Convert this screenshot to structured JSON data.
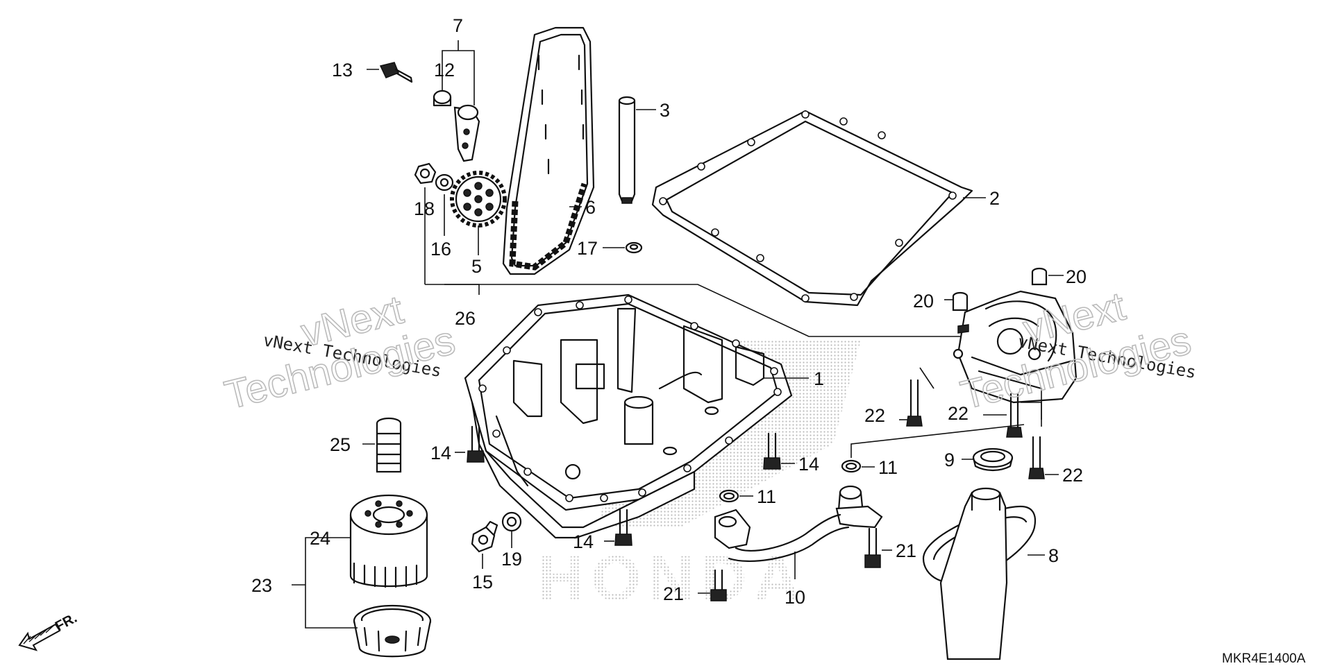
{
  "callouts": [
    {
      "n": "1"
    },
    {
      "n": "2"
    },
    {
      "n": "3"
    },
    {
      "n": "5"
    },
    {
      "n": "6"
    },
    {
      "n": "7"
    },
    {
      "n": "8"
    },
    {
      "n": "9"
    },
    {
      "n": "10"
    },
    {
      "n": "11"
    },
    {
      "n": "11"
    },
    {
      "n": "12"
    },
    {
      "n": "13"
    },
    {
      "n": "14"
    },
    {
      "n": "14"
    },
    {
      "n": "14"
    },
    {
      "n": "15"
    },
    {
      "n": "16"
    },
    {
      "n": "17"
    },
    {
      "n": "18"
    },
    {
      "n": "19"
    },
    {
      "n": "20"
    },
    {
      "n": "20"
    },
    {
      "n": "21"
    },
    {
      "n": "21"
    },
    {
      "n": "22"
    },
    {
      "n": "22"
    },
    {
      "n": "22"
    },
    {
      "n": "23"
    },
    {
      "n": "24"
    },
    {
      "n": "25"
    },
    {
      "n": "26"
    }
  ],
  "watermarks": [
    {
      "text": "vNext Technologies"
    },
    {
      "text": "vNext"
    },
    {
      "text": "Technologies"
    },
    {
      "text": "vNext Technologies"
    },
    {
      "text": "vNext"
    },
    {
      "text": "Technologies"
    }
  ],
  "diagram_code": "MKR4E1400A",
  "direction_label": "FR.",
  "brand_background_letters": "HONDA"
}
